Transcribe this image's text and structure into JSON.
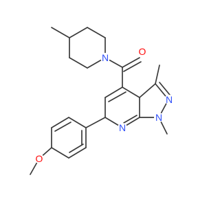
{
  "atom_labels": {
    "carbonyl_oxygen": "O",
    "piperidine_nitrogen": "N",
    "pyridine_nitrogen": "N",
    "pyrazole_n1": "N",
    "pyrazole_n2": "N",
    "methoxy_oxygen": "O"
  },
  "colors": {
    "bond": "#3a3a3a",
    "oxygen": "#ff0d0d",
    "nitrogen": "#3050f8"
  }
}
